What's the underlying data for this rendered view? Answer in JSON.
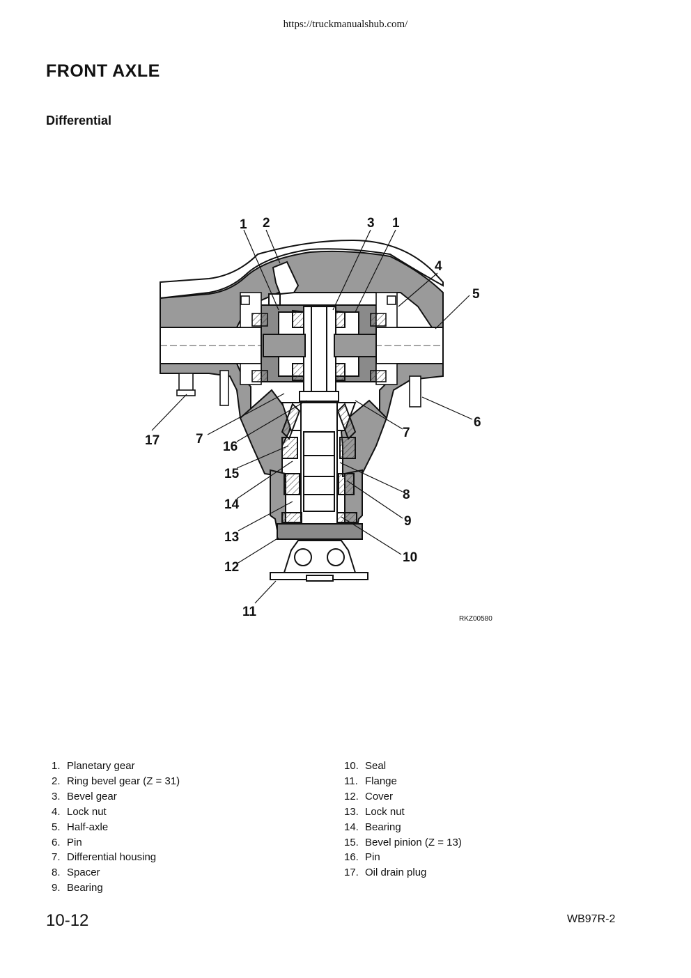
{
  "header": {
    "url": "https://truckmanualshub.com/"
  },
  "page": {
    "title": "FRONT AXLE",
    "subtitle": "Differential"
  },
  "figure": {
    "code": "RKZ00580",
    "callouts": {
      "c1a": "1",
      "c2": "2",
      "c3": "3",
      "c1b": "1",
      "c4": "4",
      "c5": "5",
      "c6": "6",
      "c7a": "7",
      "c7b": "7",
      "c8": "8",
      "c9": "9",
      "c10": "10",
      "c11": "11",
      "c12": "12",
      "c13": "13",
      "c14": "14",
      "c15": "15",
      "c16": "16",
      "c17": "17"
    }
  },
  "legend": {
    "left": [
      {
        "num": "1.",
        "label": "Planetary gear"
      },
      {
        "num": "2.",
        "label": "Ring bevel gear (Z = 31)"
      },
      {
        "num": "3.",
        "label": "Bevel gear"
      },
      {
        "num": "4.",
        "label": "Lock nut"
      },
      {
        "num": "5.",
        "label": "Half-axle"
      },
      {
        "num": "6.",
        "label": "Pin"
      },
      {
        "num": "7.",
        "label": "Differential housing"
      },
      {
        "num": "8.",
        "label": "Spacer"
      },
      {
        "num": "9.",
        "label": "Bearing"
      }
    ],
    "right": [
      {
        "num": "10.",
        "label": "Seal"
      },
      {
        "num": "11.",
        "label": "Flange"
      },
      {
        "num": "12.",
        "label": "Cover"
      },
      {
        "num": "13.",
        "label": "Lock nut"
      },
      {
        "num": "14.",
        "label": "Bearing"
      },
      {
        "num": "15.",
        "label": "Bevel pinion (Z = 13)"
      },
      {
        "num": "16.",
        "label": "Pin"
      },
      {
        "num": "17.",
        "label": "Oil drain plug"
      }
    ]
  },
  "footer": {
    "page_number": "10-12",
    "model": "WB97R-2"
  }
}
